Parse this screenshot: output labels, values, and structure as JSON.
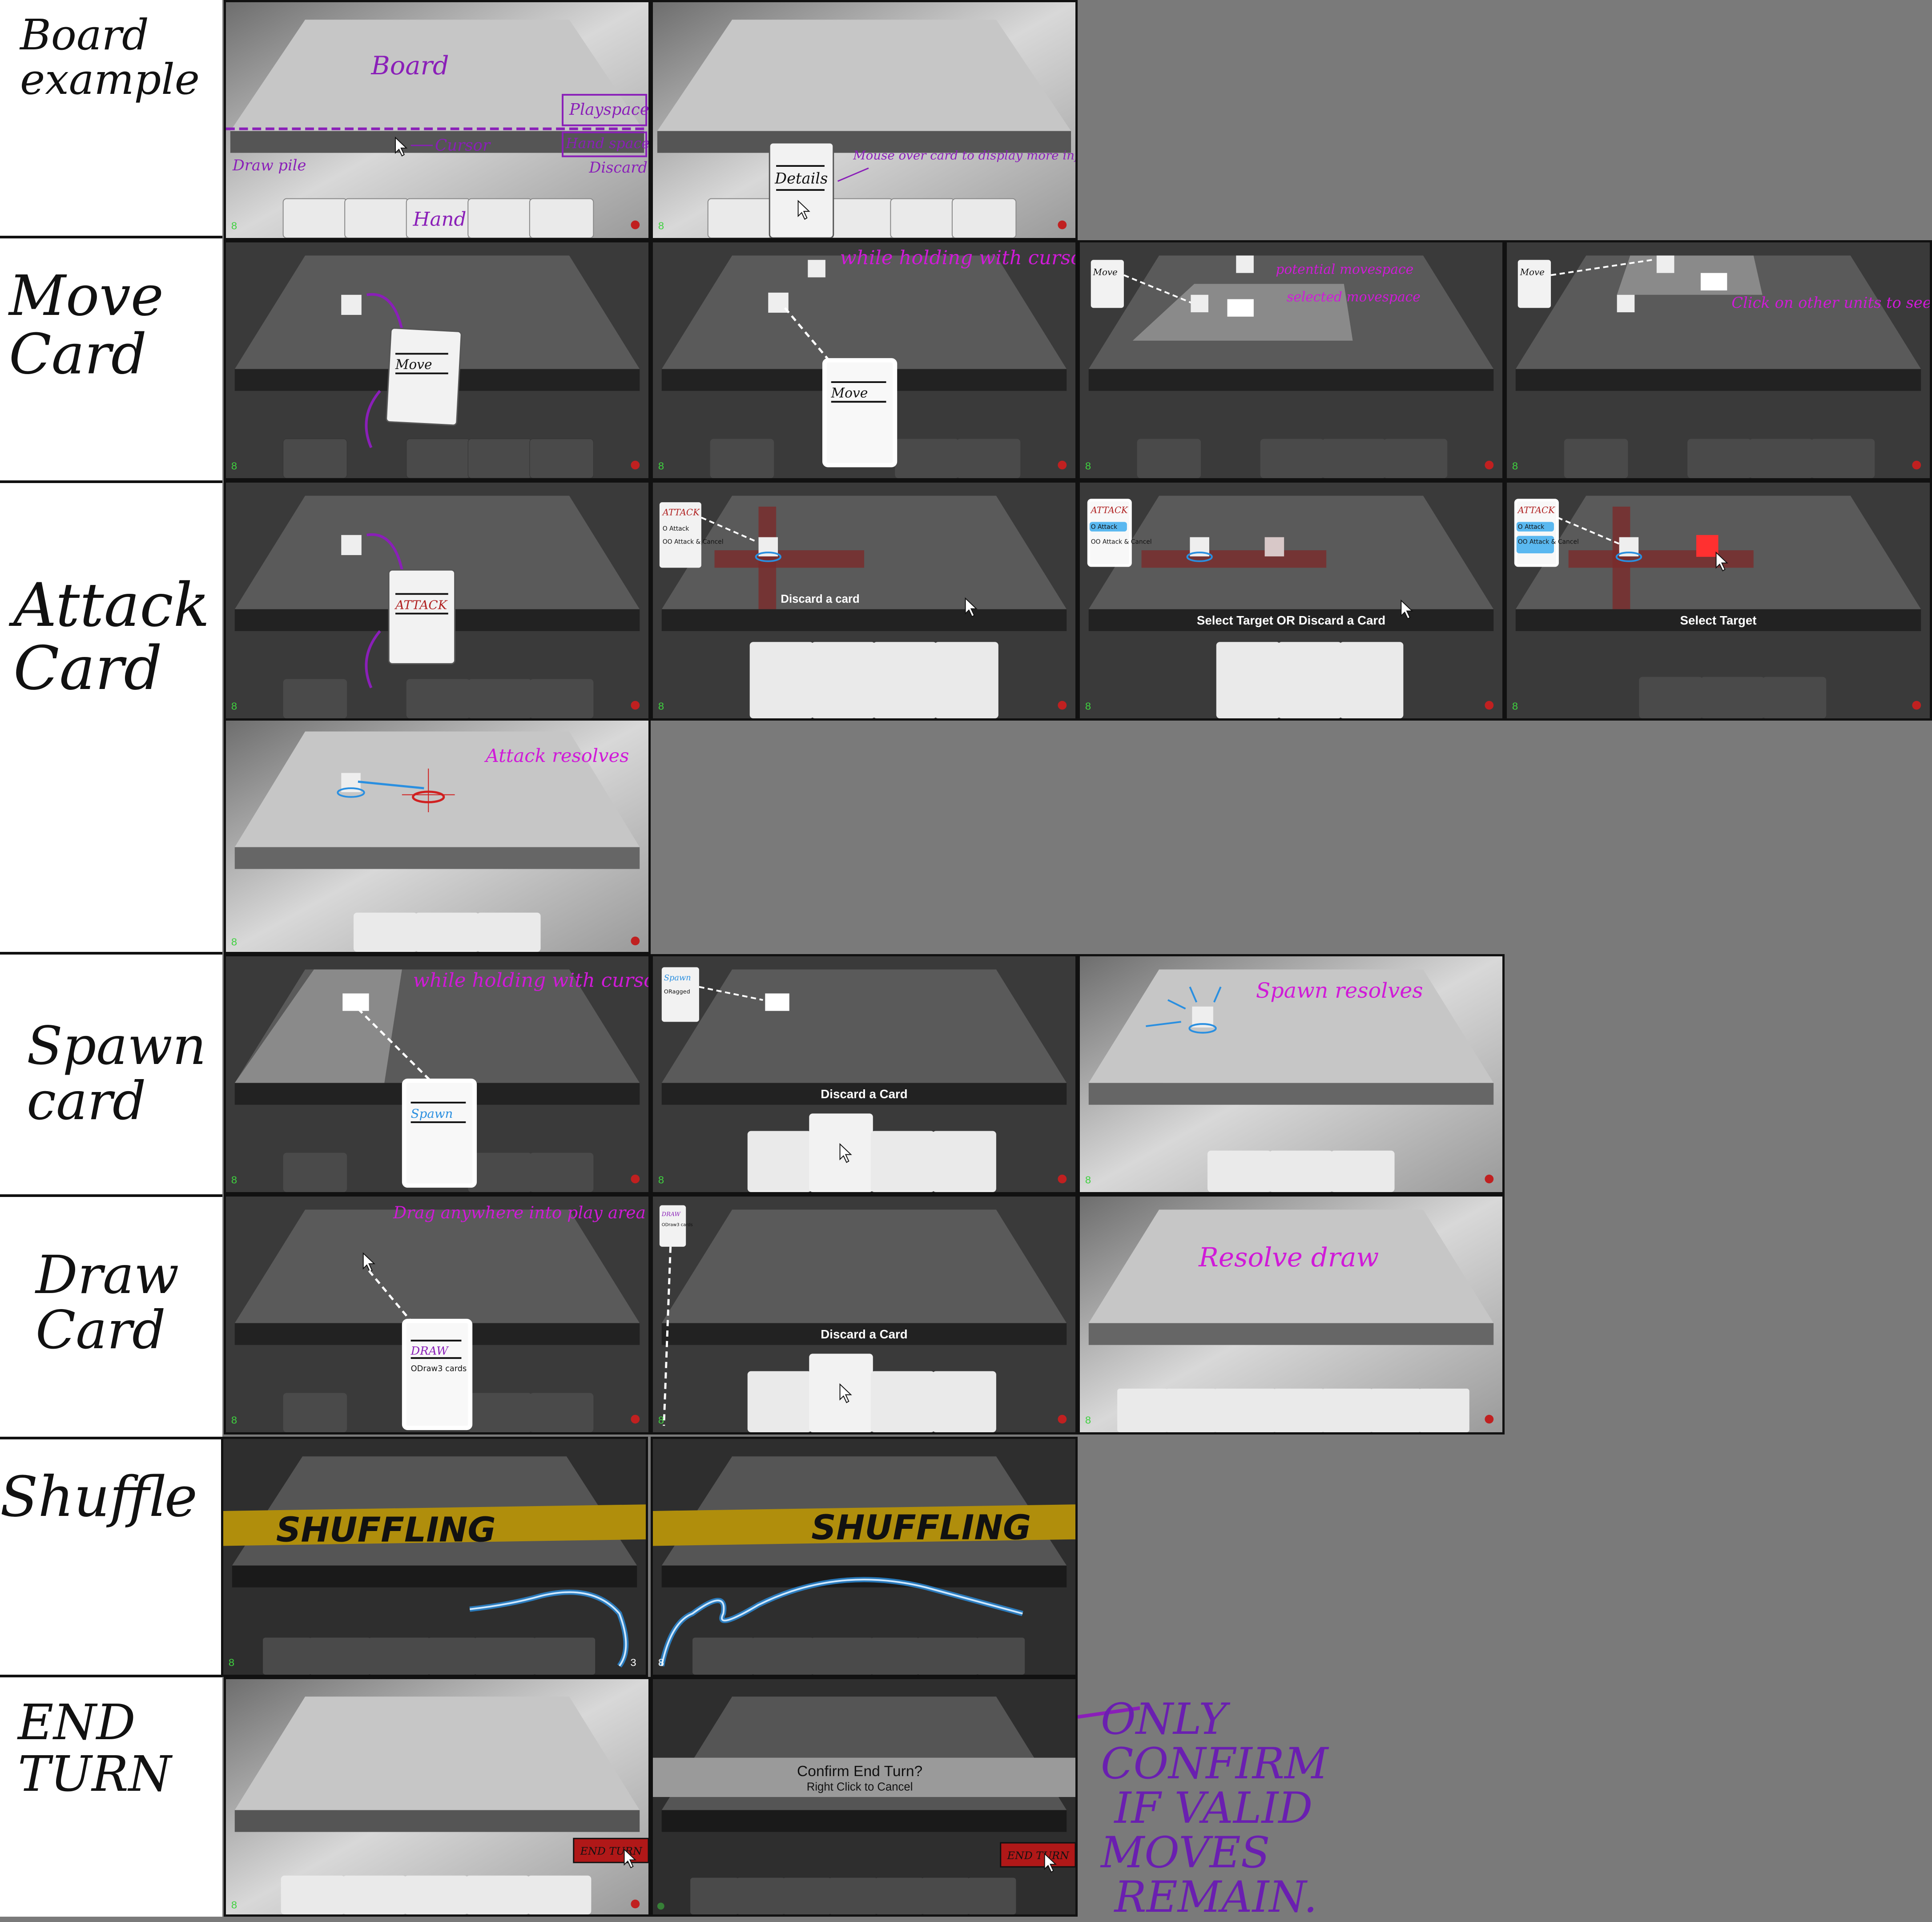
{
  "rows": [
    {
      "label": "Board\nexample"
    },
    {
      "label": "Move\nCard"
    },
    {
      "label": "Attack\nCard"
    },
    {
      "label": "Spawn\ncard"
    },
    {
      "label": "Draw\nCard"
    },
    {
      "label": "Shuffle"
    },
    {
      "label": "END\nTURN"
    }
  ],
  "board": {
    "board_label": "Board",
    "cursor_label": "Cursor",
    "playspace_label": "Playspace",
    "handspace_label": "Hand space",
    "draw_pile_label": "Draw pile",
    "discard_pile_label": "Discard Pile",
    "hand_label": "Hand",
    "details_card_label": "Details",
    "details_note": "Mouse over card to display more information",
    "draw_count": "8"
  },
  "move": {
    "card_title": "Move",
    "note_holding": "while holding with cursorin playspace",
    "note_potential": "potential movespace",
    "note_selected": "selected movespace",
    "note_click_units": "Click on other units to see their moves"
  },
  "attack": {
    "card_title": "ATTACK",
    "option_attack": "O Attack",
    "option_attack_cancel": "OO Attack & Cancel",
    "prompt_discard": "Discard a card",
    "prompt_select_or_discard": "Select Target OR Discard a Card",
    "prompt_select": "Select Target",
    "note_resolves": "Attack resolves"
  },
  "spawn": {
    "card_title": "Spawn",
    "option_ragged": "ORagged",
    "note_holding": "while holding with cursorin playspace",
    "prompt_discard": "Discard a Card",
    "note_resolves": "Spawn resolves"
  },
  "draw": {
    "card_title": "DRAW",
    "card_option": "ODraw3 cards",
    "note_drag": "Drag anywhere into play area",
    "prompt_discard": "Discard a Card",
    "note_resolve": "Resolve draw"
  },
  "shuffle": {
    "banner": "SHUFFLING",
    "discard_count": "3"
  },
  "end_turn": {
    "button_label": "END TURN",
    "confirm_title": "Confirm End Turn?",
    "confirm_sub": "Right Click to Cancel",
    "note": "ONLY\nCONFIRM\n IF VALID\nMOVES\n REMAIN."
  },
  "colors": {
    "annotation_purple": "#8a1fb8",
    "annotation_pink": "#d01ad8",
    "attack_red": "#c0202a",
    "spawn_blue": "#2a8fe0",
    "shuffle_yellow": "#b08e0c"
  }
}
